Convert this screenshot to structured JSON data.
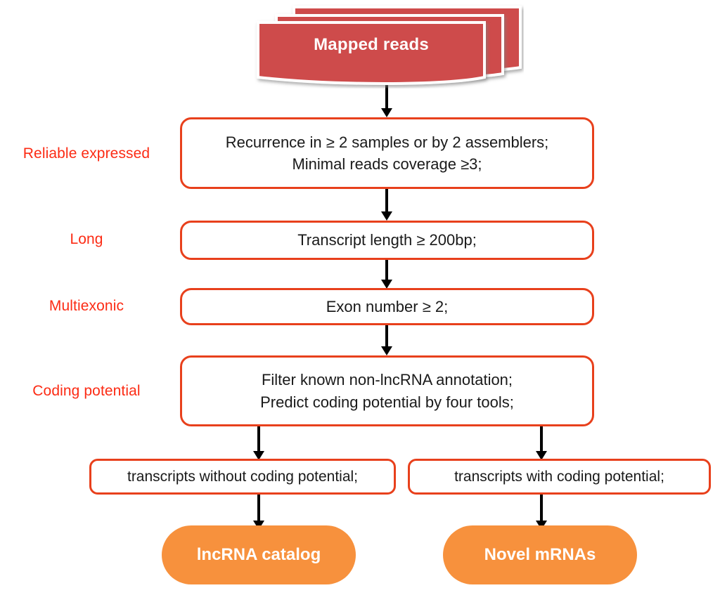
{
  "diagram": {
    "title": "lncRNA identification pipeline flowchart",
    "colors": {
      "label_red": "#fc2b14",
      "box_border_red": "#e8401c",
      "reads_red": "#ce4b4b",
      "terminal_orange": "#f7913d",
      "arrow_black": "#000000",
      "box_fill_white": "#ffffff"
    },
    "source": {
      "label": "Mapped reads",
      "shape": "stacked-wave-documents",
      "stack_count": 3
    },
    "stage_labels": [
      {
        "id": "reliable-expressed",
        "text": "Reliable expressed"
      },
      {
        "id": "long",
        "text": "Long"
      },
      {
        "id": "multiexonic",
        "text": "Multiexonic"
      },
      {
        "id": "coding-potential",
        "text": "Coding potential"
      }
    ],
    "steps": [
      {
        "id": "reliable-expressed",
        "lines": [
          "Recurrence in ≥ 2 samples or by 2 assemblers;",
          "Minimal reads coverage ≥3;"
        ]
      },
      {
        "id": "long",
        "lines": [
          "Transcript length ≥ 200bp;"
        ]
      },
      {
        "id": "multiexonic",
        "lines": [
          "Exon number ≥ 2;"
        ]
      },
      {
        "id": "coding-potential",
        "lines": [
          "Filter known non-lncRNA annotation;",
          "Predict coding potential by four tools;"
        ]
      }
    ],
    "branches": [
      {
        "id": "without-coding-potential",
        "text": "transcripts without coding potential;"
      },
      {
        "id": "with-coding-potential",
        "text": "transcripts with coding potential;"
      }
    ],
    "outputs": [
      {
        "id": "lncrna-catalog",
        "text": "lncRNA catalog"
      },
      {
        "id": "novel-mrnas",
        "text": "Novel mRNAs"
      }
    ]
  }
}
